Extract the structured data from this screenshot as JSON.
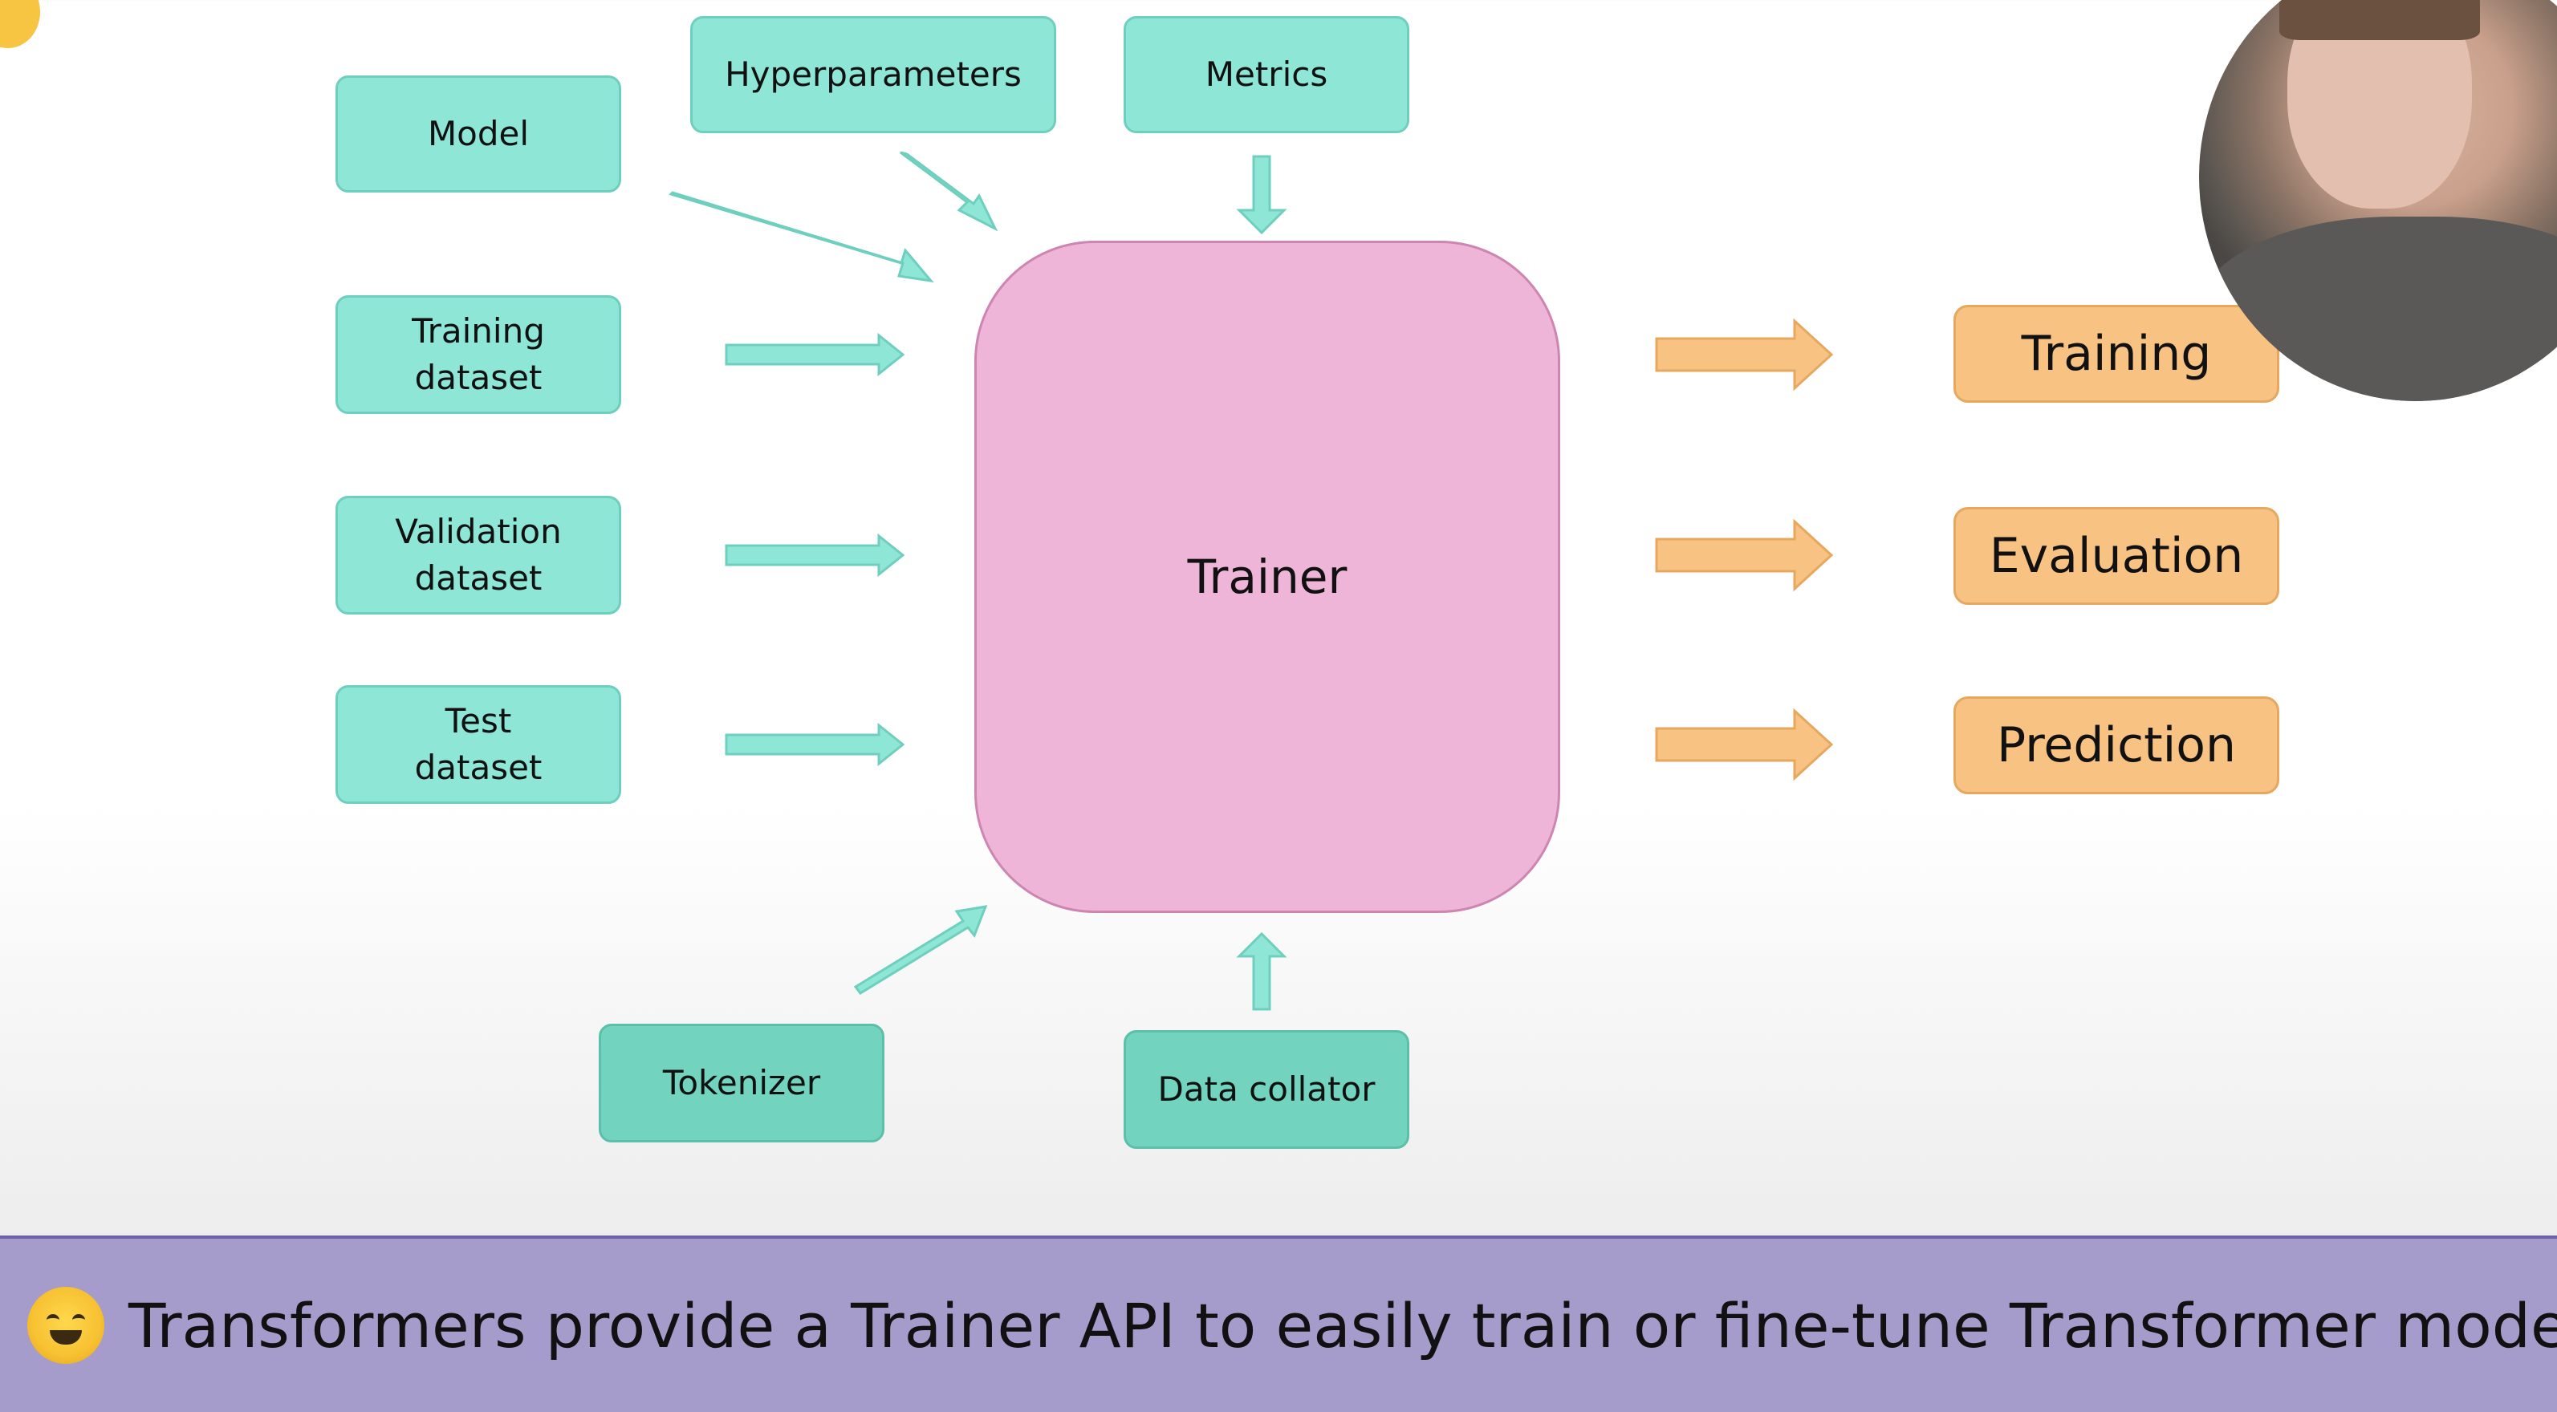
{
  "inputs": {
    "model": "Model",
    "hyperparameters": "Hyperparameters",
    "metrics": "Metrics",
    "training_dataset": "Training\ndataset",
    "validation_dataset": "Validation\ndataset",
    "test_dataset": "Test\ndataset",
    "tokenizer": "Tokenizer",
    "data_collator": "Data collator"
  },
  "center": {
    "label": "Trainer"
  },
  "outputs": {
    "training": "Training",
    "evaluation": "Evaluation",
    "prediction": "Prediction"
  },
  "caption": {
    "text": "Transformers provide a Trainer API to easily train or fine-tune Transformer models."
  },
  "colors": {
    "input_box": "#8ee6d6",
    "trainer_box": "#eeb5d8",
    "output_box": "#f8c283",
    "banner": "#a59ccb"
  },
  "icons": {
    "caption_logo": "hugging-face-icon"
  }
}
